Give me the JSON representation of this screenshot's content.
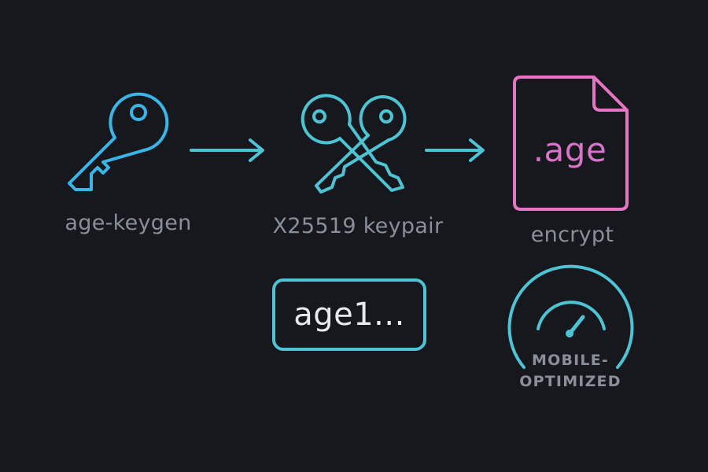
{
  "steps": {
    "keygen": {
      "label": "age-keygen",
      "icon": "key-icon"
    },
    "keypair": {
      "label": "X25519 keypair",
      "icon": "key-pair-icon"
    },
    "encrypt": {
      "label": "encrypt",
      "icon": "file-icon",
      "file_ext": ".age"
    }
  },
  "public_key": {
    "text": "age1..."
  },
  "badge": {
    "line1": "MOBILE-",
    "line2": "OPTIMIZED",
    "icon": "speedometer-icon"
  },
  "colors": {
    "background": "#16181d",
    "key_blue": "#38b6e8",
    "teal": "#4ec3d4",
    "pink": "#e576c4",
    "label_gray": "#8b8f97",
    "text_white": "#e8eaee"
  }
}
